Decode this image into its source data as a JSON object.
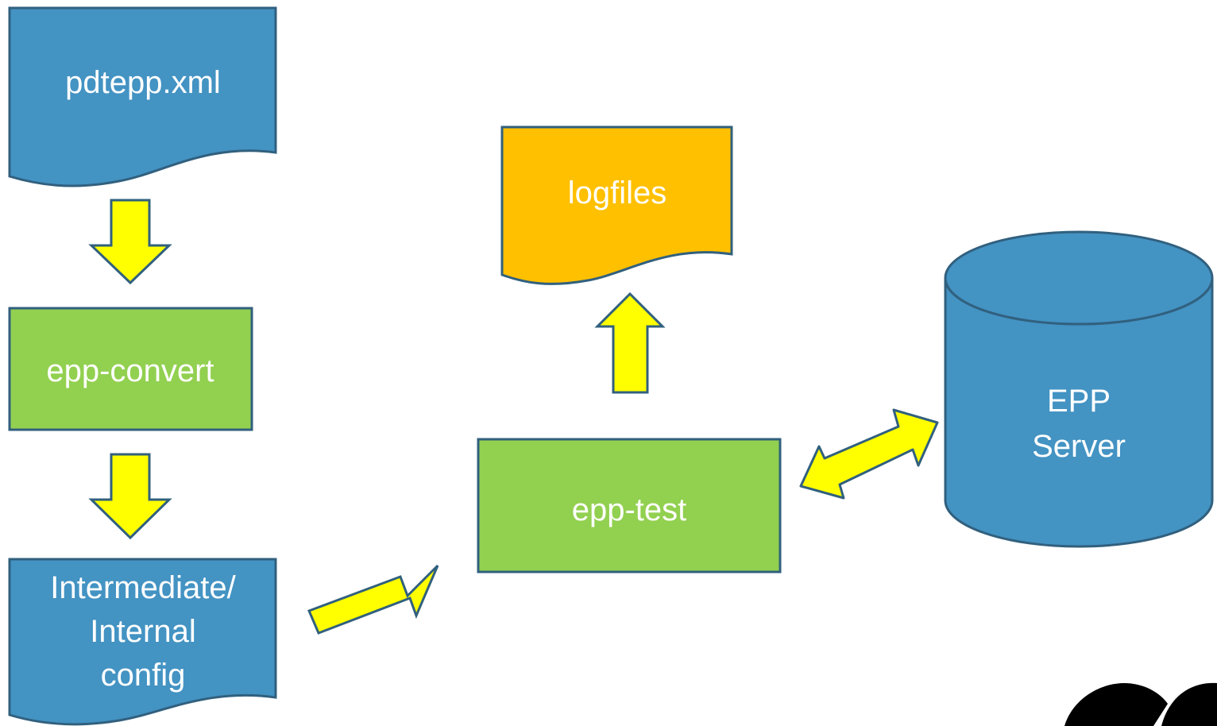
{
  "nodes": {
    "pdtepp": {
      "label": "pdtepp.xml"
    },
    "convert": {
      "label": "epp-convert"
    },
    "intermediate": {
      "line1": "Intermediate/",
      "line2": "Internal",
      "line3": "config"
    },
    "logfiles": {
      "label": "logfiles"
    },
    "test": {
      "label": "epp-test"
    },
    "server": {
      "line1": "EPP",
      "line2": "Server"
    }
  },
  "colors": {
    "document_blue": "#4393C3",
    "process_green": "#92D050",
    "log_orange": "#FFC000",
    "arrow_yellow": "#FFFF00",
    "outline": "#31607E"
  },
  "edges": [
    {
      "from": "pdtepp",
      "to": "convert",
      "direction": "down"
    },
    {
      "from": "convert",
      "to": "intermediate",
      "direction": "down"
    },
    {
      "from": "intermediate",
      "to": "test",
      "direction": "diagonal-up"
    },
    {
      "from": "test",
      "to": "logfiles",
      "direction": "up"
    },
    {
      "from": "test",
      "to": "server",
      "direction": "bidirectional"
    }
  ]
}
